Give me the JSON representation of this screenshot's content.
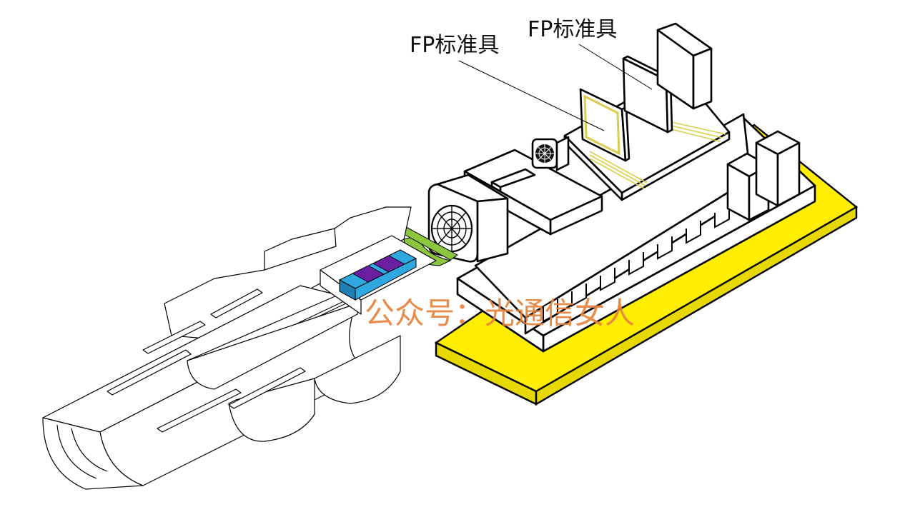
{
  "diagram": {
    "subject": "optical transceiver package cutaway with fiber receptacle, lens, isolator, laser bench and FP etalons",
    "labels": [
      {
        "id": "fp-etalon-1",
        "text": "FP标准具"
      },
      {
        "id": "fp-etalon-2",
        "text": "FP标准具"
      }
    ],
    "watermark": "公众号：光通信女人",
    "colors": {
      "substrate": "#ffee00",
      "substrate_edge": "#e6d800",
      "isolator_blue": "#2fa8df",
      "isolator_blue_dark": "#1f7fb3",
      "isolator_purple": "#6a1fa0",
      "filter_green": "#8cc63f",
      "etalon_trace": "#d8cf4a",
      "watermark": "#e8823a",
      "line": "#000000"
    }
  }
}
